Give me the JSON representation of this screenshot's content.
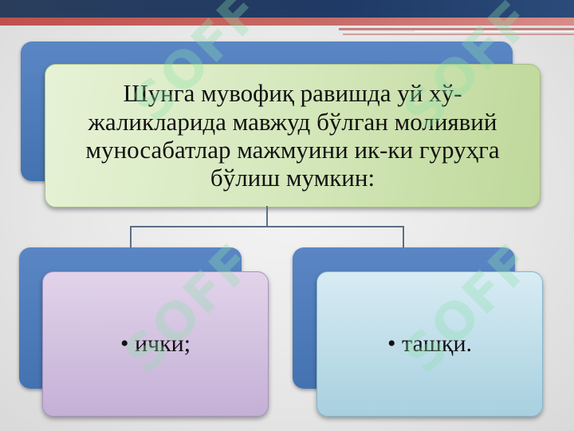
{
  "diagram": {
    "root": {
      "text": "Шунга мувофиқ равишда уй хў-\nжаликларида мавжуд бўлган молиявий\nмуносабатлар мажмуини ик-ки гуруҳга\nбўлиш мумкин:"
    },
    "children": [
      {
        "text": "• ички;"
      },
      {
        "text": "• ташқи."
      }
    ]
  },
  "watermark": "SOFF",
  "colors": {
    "back_box": "#4472b0",
    "root_fill": "#d5e8bc",
    "left_fill": "#c4b0d6",
    "right_fill": "#a8d0e0",
    "connector": "#5b6f86",
    "header_bar": "#1f3a66",
    "header_accent": "#c0504d"
  }
}
